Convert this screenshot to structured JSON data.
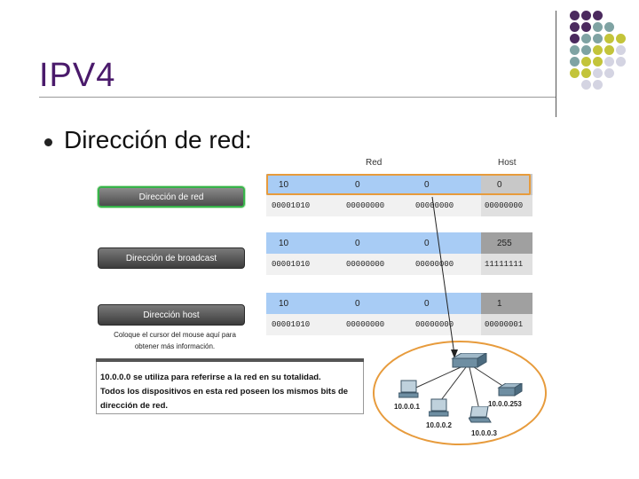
{
  "slide": {
    "title": "IPV4",
    "bullet": "Dirección de red:"
  },
  "columns": {
    "red": "Red",
    "host": "Host"
  },
  "tables": [
    {
      "name": "network",
      "top_row": [
        "10",
        "0",
        "0",
        "0"
      ],
      "bottom_row": [
        "00001010",
        "00000000",
        "00000000",
        "00000000"
      ]
    },
    {
      "name": "broadcast",
      "top_row": [
        "10",
        "0",
        "0",
        "255"
      ],
      "bottom_row": [
        "00001010",
        "00000000",
        "00000000",
        "11111111"
      ]
    },
    {
      "name": "host",
      "top_row": [
        "10",
        "0",
        "0",
        "1"
      ],
      "bottom_row": [
        "00001010",
        "00000000",
        "00000000",
        "00000001"
      ]
    }
  ],
  "buttons": {
    "network": "Dirección de red",
    "broadcast": "Dirección de broadcast",
    "host": "Dirección host"
  },
  "hint": [
    "Coloque el cursor del mouse aquí para",
    "obtener más información."
  ],
  "info": [
    "10.0.0.0 se utiliza para referirse a la red en su totalidad.",
    "Todos los dispositivos en esta red poseen los mismos bits de",
    "dirección de red."
  ],
  "network_labels": {
    "pc1": "10.0.0.1",
    "pc2": "10.0.0.2",
    "pc3": "10.0.0.3",
    "server": "10.0.0.253"
  },
  "colors": {
    "title": "#4a1a6b",
    "highlight": "#e79b3c",
    "active_border": "#37b34a",
    "row_blue": "#a8ccf5"
  }
}
